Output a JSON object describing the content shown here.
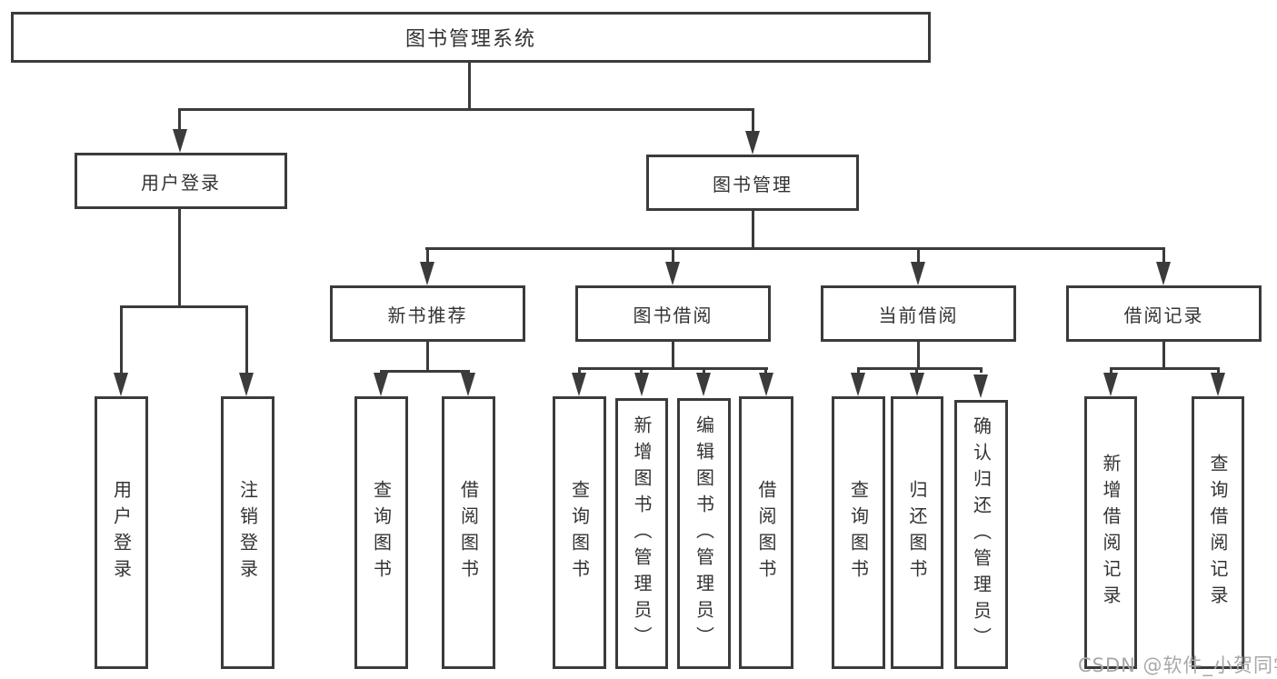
{
  "diagram_title": "图书管理系统",
  "tree": {
    "label": "图书管理系统",
    "children": [
      {
        "label": "用户登录",
        "children": [
          {
            "label": "用户登录"
          },
          {
            "label": "注销登录"
          }
        ]
      },
      {
        "label": "图书管理",
        "children": [
          {
            "label": "新书推荐",
            "children": [
              {
                "label": "查询图书"
              },
              {
                "label": "借阅图书"
              }
            ]
          },
          {
            "label": "图书借阅",
            "children": [
              {
                "label": "查询图书"
              },
              {
                "label": "新增图书（管理员）"
              },
              {
                "label": "编辑图书（管理员）"
              },
              {
                "label": "借阅图书"
              }
            ]
          },
          {
            "label": "当前借阅",
            "children": [
              {
                "label": "查询图书"
              },
              {
                "label": "归还图书"
              },
              {
                "label": "确认归还（管理员）"
              }
            ]
          },
          {
            "label": "借阅记录",
            "children": [
              {
                "label": "新增借阅记录"
              },
              {
                "label": "查询借阅记录"
              }
            ]
          }
        ]
      }
    ]
  },
  "watermark": {
    "text": "CSDN @软件_小贺同学",
    "color": "#a8a8a8"
  },
  "colors": {
    "line": "#3b3b3b",
    "text": "#333333",
    "node_background": "#ffffff",
    "page_background": "#ffffff"
  }
}
